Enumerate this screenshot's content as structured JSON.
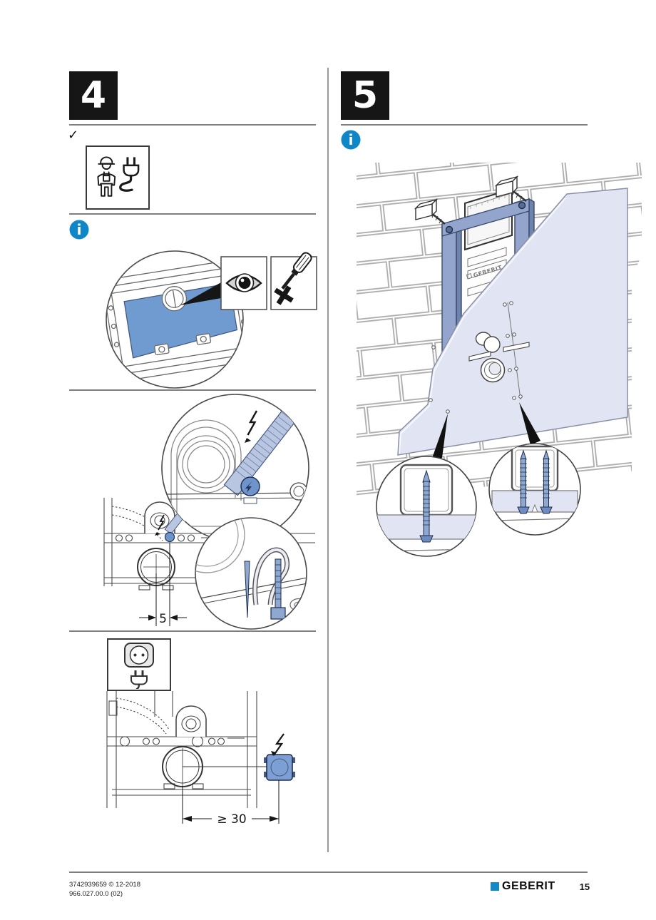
{
  "header": {
    "step_left": "4",
    "step_right": "5"
  },
  "symbols": {
    "check": "✓",
    "info": "i"
  },
  "figures": {
    "electric_gap_label": "5",
    "socket_distance_label": "≥ 30",
    "cistern_brand_label": "GEBERIT"
  },
  "footer": {
    "doc_number": "3742939659 © 12-2018",
    "version_number": "966.027.00.0 (02)",
    "brand": "GEBERIT",
    "page_number": "15"
  },
  "colors": {
    "info_blue": "#0e86c8",
    "brand_blue": "#1489c8",
    "highlight_panel_blue": "#6f9bd1",
    "frame_steel_blue": "#93a5cd",
    "wall_panel_lavender": "#e1e4f2",
    "screw_blue": "#8fa8d0",
    "grommet_blue": "#6f94cc",
    "step_box_black": "#161616",
    "rule_gray": "#7f7f7f"
  }
}
